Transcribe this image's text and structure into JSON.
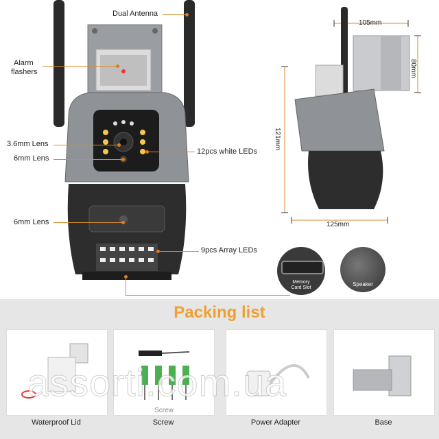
{
  "callouts": {
    "dual_antenna": "Dual Antenna",
    "alarm_flashers_1": "Alarm",
    "alarm_flashers_2": "flashers",
    "lens_3_6": "3.6mm Lens",
    "lens_6_top": "6mm Lens",
    "white_leds": "12pcs white LEDs",
    "lens_6_bottom": "6mm Lens",
    "array_leds": "9pcs Array LEDs"
  },
  "dimensions": {
    "top_width": "105mm",
    "bracket_height": "80mm",
    "total_height": "121mm",
    "body_width": "125mm"
  },
  "details": {
    "memory_card_1": "Memory",
    "memory_card_2": "Card Slot",
    "speaker": "Speaker"
  },
  "packing": {
    "title": "Packing list",
    "items": [
      {
        "label": "Waterproof Lid"
      },
      {
        "label": "Screw",
        "sub": "Screw"
      },
      {
        "label": "Power Adapter"
      },
      {
        "label": "Base"
      }
    ]
  },
  "watermark": "assorti.com.ua",
  "colors": {
    "accent": "#f0a030",
    "lead_line": "#d98a2b",
    "camera_grey": "#8f9296",
    "camera_dark": "#2d2d2d"
  }
}
